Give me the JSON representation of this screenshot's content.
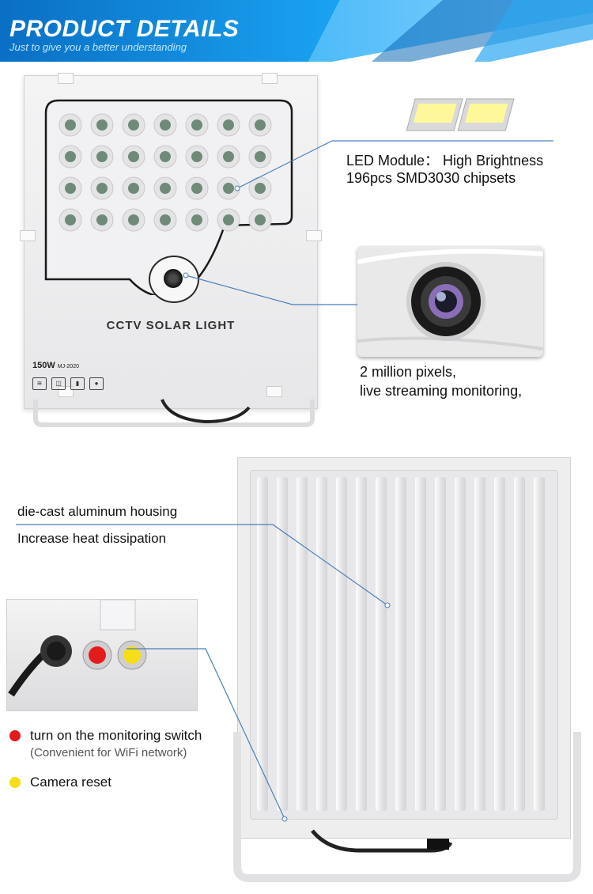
{
  "header": {
    "title": "PRODUCT DETAILS",
    "subtitle": "Just to give you a better understanding",
    "colors": {
      "primary": "#1a8ee0",
      "dark": "#0d4a8a"
    }
  },
  "front_view": {
    "product_name": "CCTV SOLAR LIGHT",
    "power": "150W",
    "model": "MJ-2020",
    "cert_icons": [
      "wifi-icon",
      "cctv-icon",
      "app-icon",
      "ip-rating-icon"
    ]
  },
  "callouts": {
    "led_module_title": "LED Module： High Brightness",
    "led_module_spec": "196pcs SMD3030 chipsets",
    "camera_line1": "2 million pixels,",
    "camera_line2": "live streaming monitoring,",
    "housing_line1": "die-cast aluminum housing",
    "housing_line2": "Increase heat dissipation",
    "switch_red": "turn on the monitoring switch",
    "switch_red_note": "(Convenient for WiFi network)",
    "switch_yellow": "Camera reset"
  },
  "colors": {
    "red_button": "#e41b1b",
    "yellow_button": "#f5de18",
    "callout_line": "#4a7fb8"
  }
}
